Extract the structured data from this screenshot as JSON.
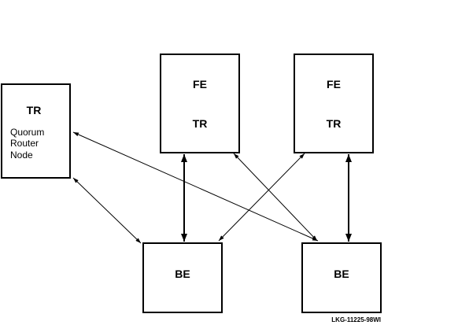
{
  "nodes": {
    "quorum": {
      "title": "TR",
      "lines": [
        "Quorum",
        "Router",
        "Node"
      ]
    },
    "fe_tr_left": {
      "line1": "FE",
      "line2": "TR"
    },
    "fe_tr_right": {
      "line1": "FE",
      "line2": "TR"
    },
    "be_left": {
      "label": "BE"
    },
    "be_right": {
      "label": "BE"
    }
  },
  "figure_code": "LKG-11225-98WI",
  "colors": {
    "stroke": "#000000",
    "background": "#ffffff"
  }
}
